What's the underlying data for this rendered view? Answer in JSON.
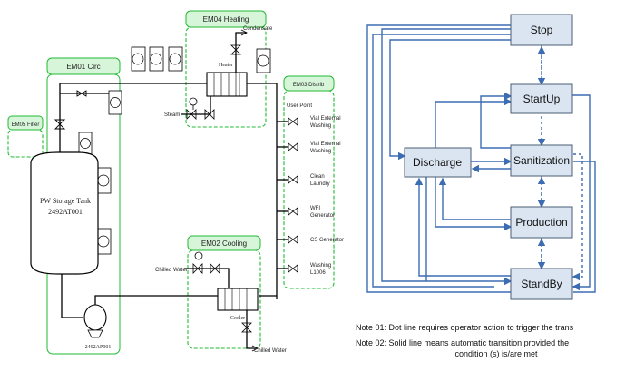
{
  "pid": {
    "em04": "EM04 Heating",
    "em01": "EM01 Circ",
    "em03": "EM03 Distrib",
    "em05": "EM05 Filter",
    "em02": "EM02 Cooling",
    "condensate": "Condensate",
    "heater": "Heater",
    "steam": "Steam",
    "user_point": "User Point",
    "tank_name": "PW Storage Tank",
    "tank_id": "2492AT001",
    "chilled_water_in": "Chilled Water",
    "chilled_water_out": "Chilled Water",
    "cooler": "Cooler",
    "pump_id": "2492AP001",
    "users": [
      {
        "l1": "Vial External",
        "l2": "Washing"
      },
      {
        "l1": "Vial External",
        "l2": "Washing"
      },
      {
        "l1": "Clean",
        "l2": "Laundry"
      },
      {
        "l1": "WFI",
        "l2": "Generator"
      },
      {
        "l1": "CS Generator",
        "l2": ""
      },
      {
        "l1": "Washing",
        "l2": "L1006"
      }
    ]
  },
  "states": {
    "stop": "Stop",
    "startup": "StartUp",
    "discharge": "Discharge",
    "sanitization": "Sanitization",
    "production": "Production",
    "standby": "StandBy"
  },
  "notes": {
    "note1": "Note 01: Dot line requires operator action to trigger the trans",
    "note2a": "Note 02: Solid line means automatic transition provided the",
    "note2b": "condition (s) is/are met"
  }
}
